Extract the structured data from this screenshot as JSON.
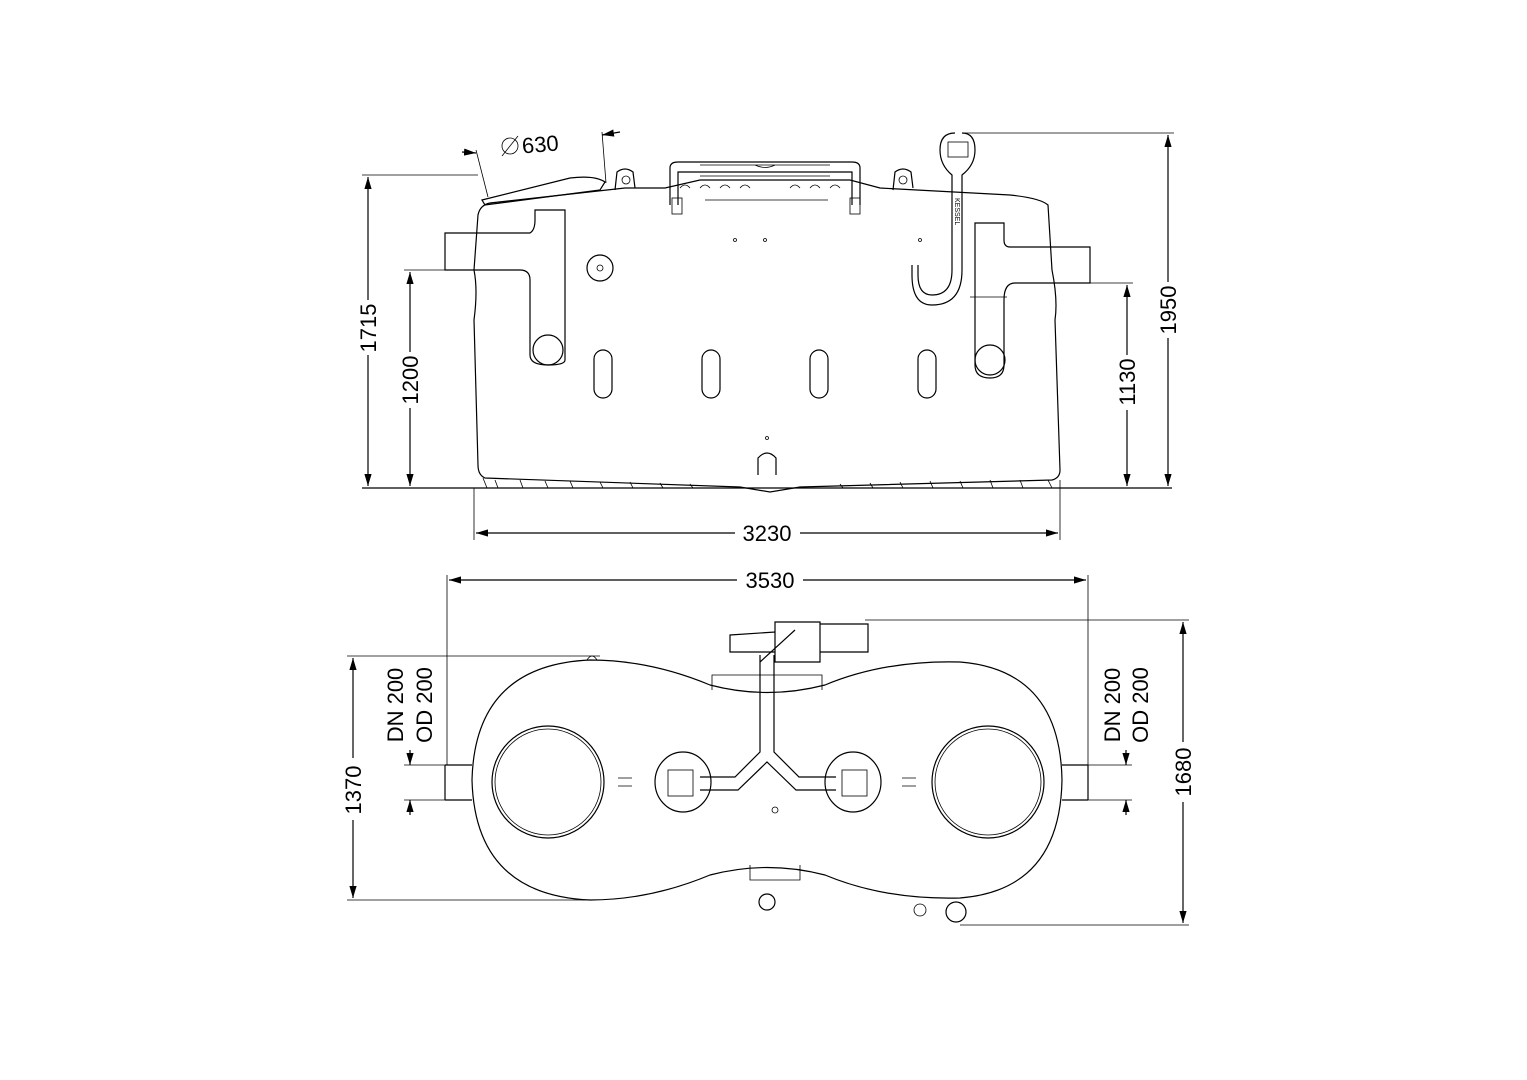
{
  "top_view": {
    "manhole_diameter": "630",
    "dims": {
      "height_total_cover": "1715",
      "inlet_height": "1200",
      "height_total": "1950",
      "outlet_height": "1130",
      "length": "3230"
    },
    "brand": "KESSEL"
  },
  "plan_view": {
    "dims": {
      "overall_length": "3530",
      "width": "1370",
      "overall_width": "1680"
    },
    "inlet": {
      "dn": "DN 200",
      "od": "OD 200"
    },
    "outlet": {
      "dn": "DN 200",
      "od": "OD 200"
    }
  }
}
